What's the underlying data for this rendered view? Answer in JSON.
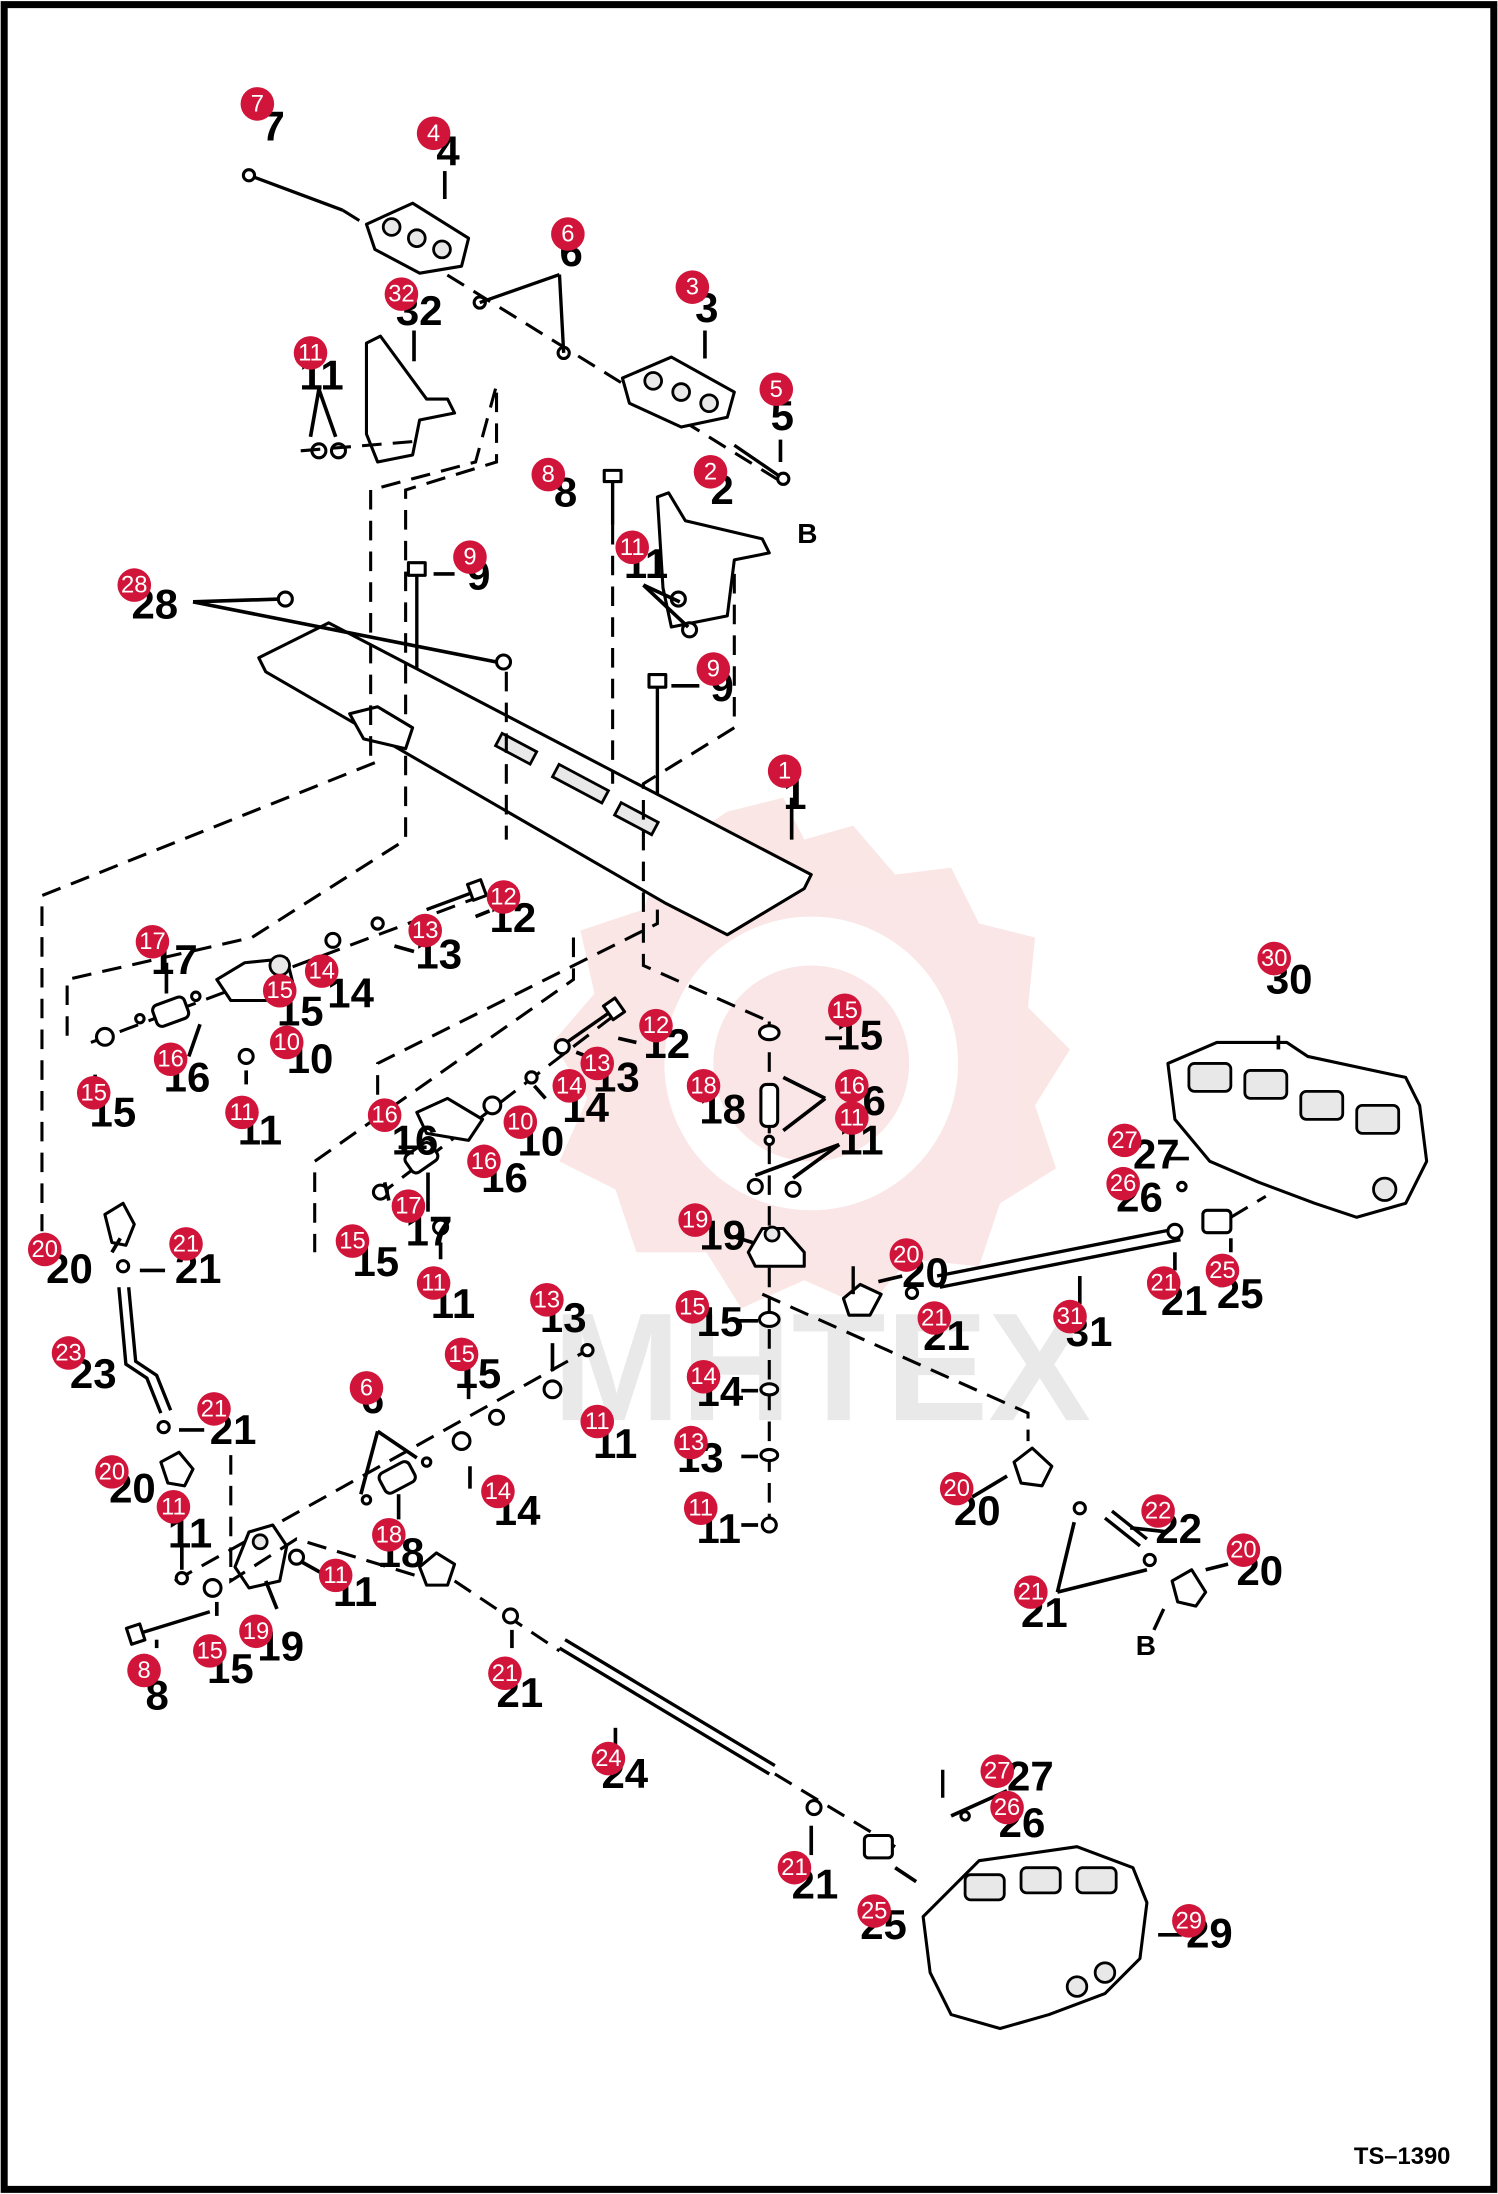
{
  "title_code": "TS–1390",
  "watermark": "MHTEX",
  "view_marker": "B",
  "colors": {
    "callout": "#d0143a",
    "watermark_gear": "#f3b8b8",
    "line": "#000000"
  },
  "labels": [
    {
      "id": "lbl-7-top",
      "text": "7"
    },
    {
      "id": "lbl-4",
      "text": "4"
    },
    {
      "id": "lbl-6-top",
      "text": "6"
    },
    {
      "id": "lbl-32",
      "text": "32"
    },
    {
      "id": "lbl-3",
      "text": "3"
    },
    {
      "id": "lbl-5",
      "text": "5"
    },
    {
      "id": "lbl-11-a",
      "text": "11"
    },
    {
      "id": "lbl-8-top",
      "text": "8"
    },
    {
      "id": "lbl-2",
      "text": "2"
    },
    {
      "id": "lbl-11-b",
      "text": "11"
    },
    {
      "id": "lbl-9-a",
      "text": "9"
    },
    {
      "id": "lbl-28",
      "text": "28"
    },
    {
      "id": "lbl-9-b",
      "text": "9"
    },
    {
      "id": "lbl-1",
      "text": "1"
    },
    {
      "id": "lbl-12-a",
      "text": "12"
    },
    {
      "id": "lbl-13-a",
      "text": "13"
    },
    {
      "id": "lbl-17-a",
      "text": "17"
    },
    {
      "id": "lbl-14-a",
      "text": "14"
    },
    {
      "id": "lbl-15-a",
      "text": "15"
    },
    {
      "id": "lbl-10-a",
      "text": "10"
    },
    {
      "id": "lbl-16-a",
      "text": "16"
    },
    {
      "id": "lbl-15-b",
      "text": "15"
    },
    {
      "id": "lbl-11-c",
      "text": "11"
    },
    {
      "id": "lbl-30",
      "text": "30"
    },
    {
      "id": "lbl-12-b",
      "text": "12"
    },
    {
      "id": "lbl-13-b",
      "text": "13"
    },
    {
      "id": "lbl-15-c",
      "text": "15"
    },
    {
      "id": "lbl-14-b",
      "text": "14"
    },
    {
      "id": "lbl-18-a",
      "text": "18"
    },
    {
      "id": "lbl-16-b",
      "text": "16"
    },
    {
      "id": "lbl-11-d",
      "text": "11"
    },
    {
      "id": "lbl-10-b",
      "text": "10"
    },
    {
      "id": "lbl-16-c",
      "text": "16"
    },
    {
      "id": "lbl-16-d",
      "text": "16"
    },
    {
      "id": "lbl-17-b",
      "text": "17"
    },
    {
      "id": "lbl-15-d",
      "text": "15"
    },
    {
      "id": "lbl-11-e",
      "text": "11"
    },
    {
      "id": "lbl-19-a",
      "text": "19"
    },
    {
      "id": "lbl-27-a",
      "text": "27"
    },
    {
      "id": "lbl-26-a",
      "text": "26"
    },
    {
      "id": "lbl-20-a",
      "text": "20"
    },
    {
      "id": "lbl-21-a",
      "text": "21"
    },
    {
      "id": "lbl-20-b",
      "text": "20"
    },
    {
      "id": "lbl-21-b",
      "text": "21"
    },
    {
      "id": "lbl-31",
      "text": "31"
    },
    {
      "id": "lbl-21-c",
      "text": "21"
    },
    {
      "id": "lbl-25-a",
      "text": "25"
    },
    {
      "id": "lbl-13-c",
      "text": "13"
    },
    {
      "id": "lbl-15-e",
      "text": "15"
    },
    {
      "id": "lbl-23",
      "text": "23"
    },
    {
      "id": "lbl-15-f",
      "text": "15"
    },
    {
      "id": "lbl-6-b",
      "text": "6"
    },
    {
      "id": "lbl-14-c",
      "text": "14"
    },
    {
      "id": "lbl-11-f",
      "text": "11"
    },
    {
      "id": "lbl-21-d",
      "text": "21"
    },
    {
      "id": "lbl-20-c",
      "text": "20"
    },
    {
      "id": "lbl-14-d",
      "text": "14"
    },
    {
      "id": "lbl-13-d",
      "text": "13"
    },
    {
      "id": "lbl-11-g",
      "text": "11"
    },
    {
      "id": "lbl-11-h",
      "text": "11"
    },
    {
      "id": "lbl-18-b",
      "text": "18"
    },
    {
      "id": "lbl-11-i",
      "text": "11"
    },
    {
      "id": "lbl-20-d",
      "text": "20"
    },
    {
      "id": "lbl-22",
      "text": "22"
    },
    {
      "id": "lbl-20-e",
      "text": "20"
    },
    {
      "id": "lbl-21-e",
      "text": "21"
    },
    {
      "id": "lbl-8-b",
      "text": "8"
    },
    {
      "id": "lbl-15-g",
      "text": "15"
    },
    {
      "id": "lbl-19-b",
      "text": "19"
    },
    {
      "id": "lbl-21-f",
      "text": "21"
    },
    {
      "id": "lbl-24",
      "text": "24"
    },
    {
      "id": "lbl-27-b",
      "text": "27"
    },
    {
      "id": "lbl-26-b",
      "text": "26"
    },
    {
      "id": "lbl-21-g",
      "text": "21"
    },
    {
      "id": "lbl-25-b",
      "text": "25"
    },
    {
      "id": "lbl-29",
      "text": "29"
    }
  ],
  "callouts": [
    {
      "id": "co-7",
      "text": "7"
    },
    {
      "id": "co-4",
      "text": "4"
    },
    {
      "id": "co-6-top",
      "text": "6"
    },
    {
      "id": "co-32",
      "text": "32"
    },
    {
      "id": "co-3",
      "text": "3"
    },
    {
      "id": "co-5",
      "text": "5"
    },
    {
      "id": "co-11-a",
      "text": "11"
    },
    {
      "id": "co-8-top",
      "text": "8"
    },
    {
      "id": "co-2",
      "text": "2"
    },
    {
      "id": "co-11-b",
      "text": "11"
    },
    {
      "id": "co-9-a",
      "text": "9"
    },
    {
      "id": "co-28",
      "text": "28"
    },
    {
      "id": "co-9-b",
      "text": "9"
    },
    {
      "id": "co-1",
      "text": "1"
    },
    {
      "id": "co-12-a",
      "text": "12"
    },
    {
      "id": "co-13-a",
      "text": "13"
    },
    {
      "id": "co-17-a",
      "text": "17"
    },
    {
      "id": "co-14-a",
      "text": "14"
    },
    {
      "id": "co-15-a",
      "text": "15"
    },
    {
      "id": "co-10-a",
      "text": "10"
    },
    {
      "id": "co-16-a",
      "text": "16"
    },
    {
      "id": "co-15-b",
      "text": "15"
    },
    {
      "id": "co-11-c",
      "text": "11"
    },
    {
      "id": "co-30",
      "text": "30"
    },
    {
      "id": "co-12-b",
      "text": "12"
    },
    {
      "id": "co-13-b",
      "text": "13"
    },
    {
      "id": "co-15-c",
      "text": "15"
    },
    {
      "id": "co-14-b",
      "text": "14"
    },
    {
      "id": "co-18-a",
      "text": "18"
    },
    {
      "id": "co-16-b",
      "text": "16"
    },
    {
      "id": "co-11-d",
      "text": "11"
    },
    {
      "id": "co-10-b",
      "text": "10"
    },
    {
      "id": "co-16-c",
      "text": "16"
    },
    {
      "id": "co-16-d",
      "text": "16"
    },
    {
      "id": "co-17-b",
      "text": "17"
    },
    {
      "id": "co-15-d",
      "text": "15"
    },
    {
      "id": "co-11-e",
      "text": "11"
    },
    {
      "id": "co-19-a",
      "text": "19"
    },
    {
      "id": "co-27-a",
      "text": "27"
    },
    {
      "id": "co-26-a",
      "text": "26"
    },
    {
      "id": "co-20-a",
      "text": "20"
    },
    {
      "id": "co-21-a",
      "text": "21"
    },
    {
      "id": "co-20-b",
      "text": "20"
    },
    {
      "id": "co-21-b",
      "text": "21"
    },
    {
      "id": "co-31",
      "text": "31"
    },
    {
      "id": "co-21-c",
      "text": "21"
    },
    {
      "id": "co-25-a",
      "text": "25"
    },
    {
      "id": "co-13-c",
      "text": "13"
    },
    {
      "id": "co-15-e",
      "text": "15"
    },
    {
      "id": "co-23",
      "text": "23"
    },
    {
      "id": "co-15-f",
      "text": "15"
    },
    {
      "id": "co-6-b",
      "text": "6"
    },
    {
      "id": "co-14-c",
      "text": "14"
    },
    {
      "id": "co-11-f",
      "text": "11"
    },
    {
      "id": "co-21-d",
      "text": "21"
    },
    {
      "id": "co-20-c",
      "text": "20"
    },
    {
      "id": "co-14-d",
      "text": "14"
    },
    {
      "id": "co-13-d",
      "text": "13"
    },
    {
      "id": "co-11-g",
      "text": "11"
    },
    {
      "id": "co-11-h",
      "text": "11"
    },
    {
      "id": "co-18-b",
      "text": "18"
    },
    {
      "id": "co-11-i",
      "text": "11"
    },
    {
      "id": "co-20-d",
      "text": "20"
    },
    {
      "id": "co-22",
      "text": "22"
    },
    {
      "id": "co-20-e",
      "text": "20"
    },
    {
      "id": "co-21-e",
      "text": "21"
    },
    {
      "id": "co-8-b",
      "text": "8"
    },
    {
      "id": "co-15-g",
      "text": "15"
    },
    {
      "id": "co-19-b",
      "text": "19"
    },
    {
      "id": "co-21-f",
      "text": "21"
    },
    {
      "id": "co-24",
      "text": "24"
    },
    {
      "id": "co-27-b",
      "text": "27"
    },
    {
      "id": "co-26-b",
      "text": "26"
    },
    {
      "id": "co-21-g",
      "text": "21"
    },
    {
      "id": "co-25-b",
      "text": "25"
    },
    {
      "id": "co-29",
      "text": "29"
    }
  ]
}
